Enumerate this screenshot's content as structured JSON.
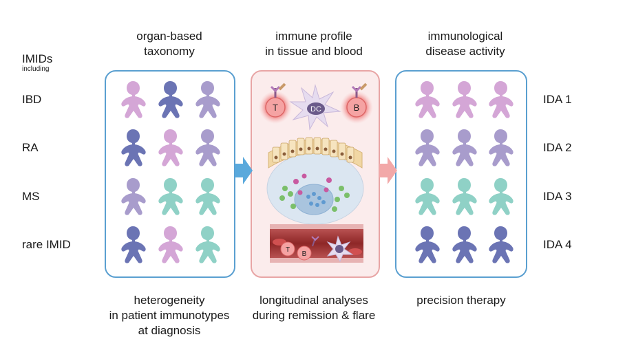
{
  "headers": {
    "left": [
      "organ-based",
      "taxonomy"
    ],
    "middle": [
      "immune profile",
      "in tissue and blood"
    ],
    "right": [
      "immunological",
      "disease activity"
    ]
  },
  "footers": {
    "left": [
      "heterogeneity",
      "in patient immunotypes",
      "at diagnosis"
    ],
    "middle": [
      "longitudinal analyses",
      "during remission & flare"
    ],
    "right": [
      "precision therapy"
    ]
  },
  "imids": {
    "title": "IMIDs",
    "subtitle": "including"
  },
  "row_labels_left": [
    "IBD",
    "RA",
    "MS",
    "rare IMID"
  ],
  "row_labels_right": [
    "IDA 1",
    "IDA 2",
    "IDA 3",
    "IDA 4"
  ],
  "cells": {
    "t": "T",
    "b": "B",
    "dc": "DC"
  },
  "colors": {
    "pink": "#d4a6d6",
    "blue": "#6b74b4",
    "lavender": "#a89ccc",
    "teal": "#8fd1c6",
    "panel_blue_border": "#5a9fd0",
    "panel_red_border": "#e8a5a5",
    "panel_red_fill": "#fbecec",
    "arrow_blue": "#5aa9dc",
    "arrow_pink": "#f2a8a8"
  },
  "left_grid": [
    [
      "pink",
      "blue",
      "lavender"
    ],
    [
      "blue",
      "pink",
      "lavender"
    ],
    [
      "lavender",
      "teal",
      "teal"
    ],
    [
      "blue",
      "pink",
      "teal"
    ]
  ],
  "right_grid": [
    [
      "pink",
      "pink",
      "pink"
    ],
    [
      "lavender",
      "lavender",
      "lavender"
    ],
    [
      "teal",
      "teal",
      "teal"
    ],
    [
      "blue",
      "blue",
      "blue"
    ]
  ]
}
